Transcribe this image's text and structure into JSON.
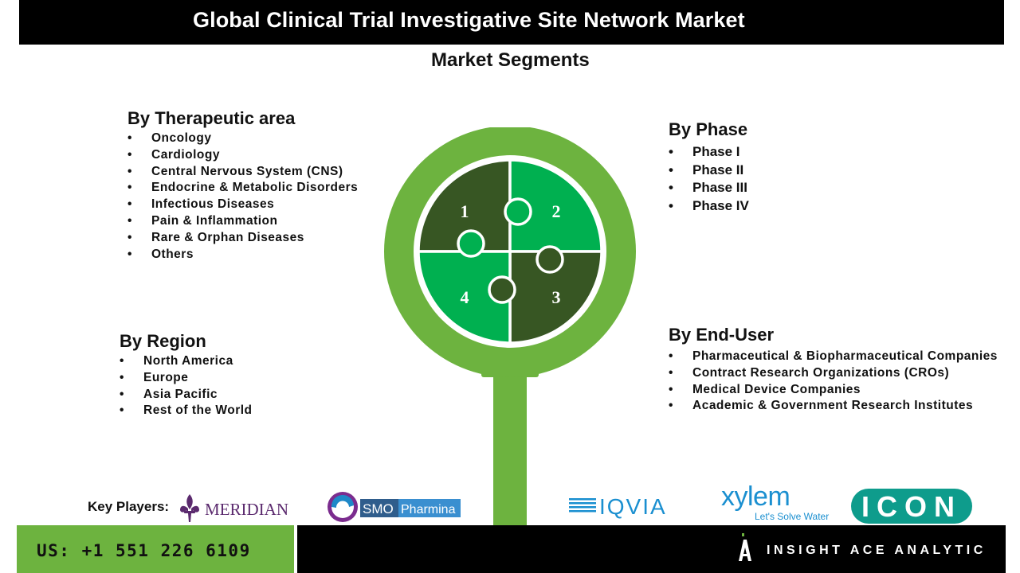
{
  "header": {
    "title": "Global Clinical Trial Investigative Site Network Market"
  },
  "subtitle": "Market Segments",
  "segments": {
    "therapeutic": {
      "heading": "By Therapeutic area",
      "items": [
        "Oncology",
        "Cardiology",
        "Central Nervous System (CNS)",
        "Endocrine & Metabolic Disorders",
        "Infectious Diseases",
        "Pain & Inflammation",
        "Rare & Orphan Diseases",
        "Others"
      ]
    },
    "phase": {
      "heading": "By Phase",
      "items": [
        "Phase I",
        "Phase II",
        "Phase III",
        "Phase IV"
      ]
    },
    "region": {
      "heading": "By Region",
      "items": [
        "North America",
        "Europe",
        "Asia Pacific",
        "Rest of the World"
      ]
    },
    "enduser": {
      "heading": "By End-User",
      "items": [
        "Pharmaceutical & Biopharmaceutical Companies",
        "Contract Research Organizations (CROs)",
        "Medical Device Companies",
        "Academic & Government Research Institutes"
      ]
    }
  },
  "puzzle": {
    "numbers": [
      "1",
      "2",
      "3",
      "4"
    ],
    "colors": {
      "ring": "#6db33f",
      "dark": "#375623",
      "bright": "#00b050"
    }
  },
  "key_players": {
    "label": "Key Players:",
    "logos": [
      "MERIDIAN",
      "SMO",
      "Pharmina",
      "IQVIA",
      "xylem",
      "Let's Solve Water",
      "ICON"
    ]
  },
  "footer": {
    "phone": "US: +1 551 226 6109",
    "brand": "INSIGHT ACE ANALYTIC"
  }
}
